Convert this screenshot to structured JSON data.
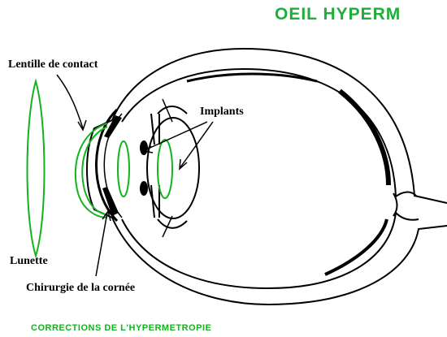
{
  "header": {
    "title": "OEIL  HYPERM"
  },
  "labels": {
    "contact_lens": "Lentille de contact",
    "implants": "Implants",
    "glasses": "Lunette",
    "cornea_surgery": "Chirurgie de la cornée"
  },
  "footer": {
    "caption": "CORRECTIONS  DE  L'HYPERMETROPIE"
  },
  "colors": {
    "title": "#1fae3a",
    "correction": "#12b41e",
    "outline": "#000000",
    "background": "#ffffff"
  }
}
